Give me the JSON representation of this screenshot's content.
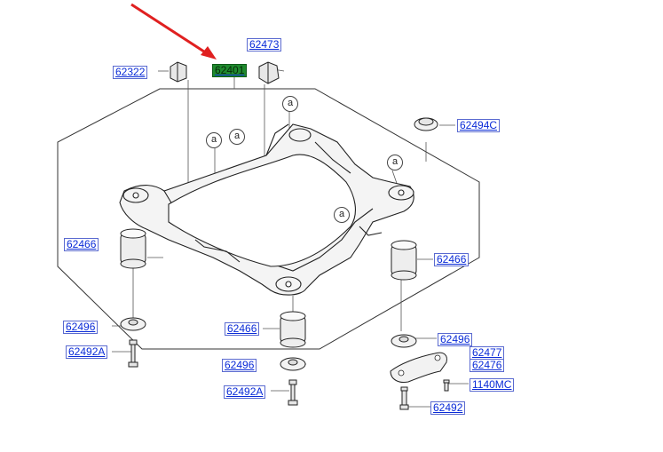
{
  "diagram": {
    "colors": {
      "link": "#0a2bd8",
      "selected_fill": "#1f8a2e",
      "arrow": "#e02020",
      "outline": "#333333"
    },
    "selected_part": "62401",
    "callout_letter": "a",
    "part_labels": {
      "p62473": "62473",
      "p62322": "62322",
      "p62401": "62401",
      "p62494c": "62494C",
      "p62466_left": "62466",
      "p62466_right": "62466",
      "p62466_bottom": "62466",
      "p62496_left": "62496",
      "p62496_mid": "62496",
      "p62496_right": "62496",
      "p62492a_left": "62492A",
      "p62492a_mid": "62492A",
      "p62477": "62477",
      "p62476": "62476",
      "p1140mc": "1140MC",
      "p62492": "62492"
    }
  }
}
